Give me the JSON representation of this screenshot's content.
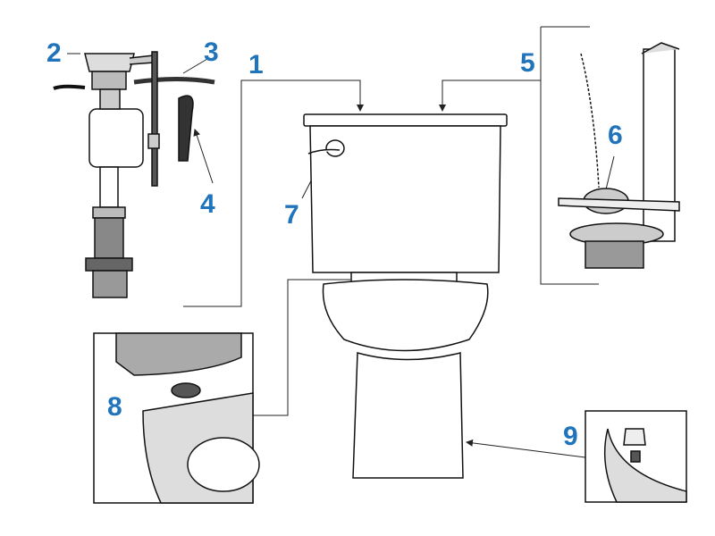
{
  "title": "Toilet parts diagram",
  "accent_color": "#1f74bb",
  "labels": {
    "fill_valve": "1",
    "float_cap": "2",
    "refill_tube": "3",
    "refill_clip": "4",
    "flush_valve": "5",
    "flapper": "6",
    "trip_lever": "7",
    "tank_to_bowl_bolts": "8",
    "bolt_caps": "9"
  }
}
